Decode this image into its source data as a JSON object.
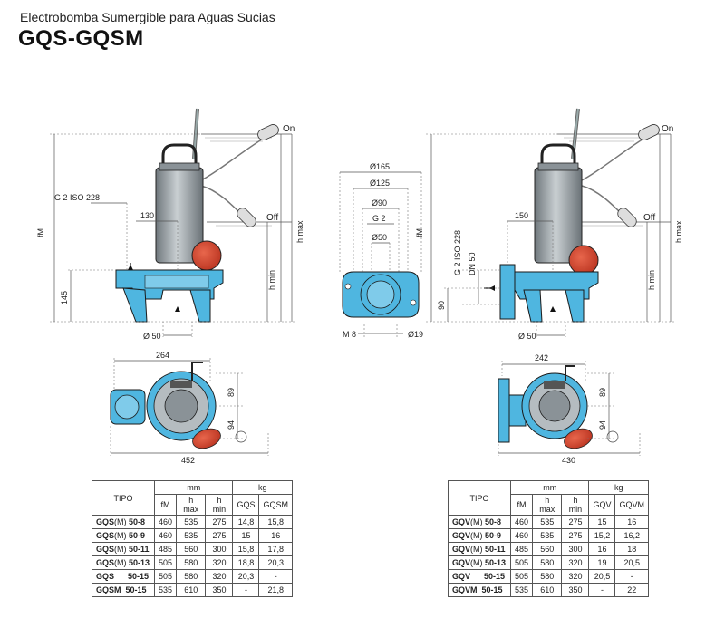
{
  "header": {
    "subtitle": "Electrobomba Sumergible para Aguas Sucias",
    "title": "GQS-GQSM"
  },
  "left_drawing": {
    "on": "On",
    "off": "Off",
    "fm": "fM",
    "hmax": "h max",
    "hmin": "h min",
    "thread": "G 2 ISO 228",
    "d130": "130",
    "d145": "145",
    "d50": "Ø 50",
    "d264": "264",
    "d89": "89",
    "d94": "94",
    "d452": "452"
  },
  "flange_drawing": {
    "d165": "Ø165",
    "d125": "Ø125",
    "d90": "Ø90",
    "g2": "G 2",
    "d50": "Ø50",
    "m8": "M 8",
    "d19": "Ø19"
  },
  "right_drawing": {
    "on": "On",
    "off": "Off",
    "fm": "fM",
    "hmax": "h max",
    "hmin": "h min",
    "thread": "G 2  ISO 228",
    "dn50": "DN 50",
    "d150": "150",
    "d90": "90",
    "d50": "Ø 50",
    "d242": "242",
    "d89": "89",
    "d94": "94",
    "d430": "430"
  },
  "table_left": {
    "col_tipo": "TIPO",
    "grp_mm": "mm",
    "grp_kg": "kg",
    "cols": [
      "fM",
      "h max",
      "h min",
      "GQS",
      "GQSM"
    ],
    "rows": [
      {
        "pre": "GQS",
        "suf": "(M)",
        "num": " 50-8",
        "v": [
          "460",
          "535",
          "275",
          "14,8",
          "15,8"
        ]
      },
      {
        "pre": "GQS",
        "suf": "(M)",
        "num": " 50-9",
        "v": [
          "460",
          "535",
          "275",
          "15",
          "16"
        ]
      },
      {
        "pre": "GQS",
        "suf": "(M)",
        "num": " 50-11",
        "v": [
          "485",
          "560",
          "300",
          "15,8",
          "17,8"
        ]
      },
      {
        "pre": "GQS",
        "suf": "(M)",
        "num": " 50-13",
        "v": [
          "505",
          "580",
          "320",
          "18,8",
          "20,3"
        ]
      },
      {
        "pre": "GQS",
        "suf": "",
        "num": "      50-15",
        "v": [
          "505",
          "580",
          "320",
          "20,3",
          "-"
        ]
      },
      {
        "pre": "GQSM",
        "suf": "",
        "num": "  50-15",
        "v": [
          "535",
          "610",
          "350",
          "-",
          "21,8"
        ]
      }
    ]
  },
  "table_right": {
    "col_tipo": "TIPO",
    "grp_mm": "mm",
    "grp_kg": "kg",
    "cols": [
      "fM",
      "h max",
      "h min",
      "GQV",
      "GQVM"
    ],
    "rows": [
      {
        "pre": "GQV",
        "suf": "(M)",
        "num": " 50-8",
        "v": [
          "460",
          "535",
          "275",
          "15",
          "16"
        ]
      },
      {
        "pre": "GQV",
        "suf": "(M)",
        "num": " 50-9",
        "v": [
          "460",
          "535",
          "275",
          "15,2",
          "16,2"
        ]
      },
      {
        "pre": "GQV",
        "suf": "(M)",
        "num": " 50-11",
        "v": [
          "485",
          "560",
          "300",
          "16",
          "18"
        ]
      },
      {
        "pre": "GQV",
        "suf": "(M)",
        "num": " 50-13",
        "v": [
          "505",
          "580",
          "320",
          "19",
          "20,5"
        ]
      },
      {
        "pre": "GQV",
        "suf": "",
        "num": "      50-15",
        "v": [
          "505",
          "580",
          "320",
          "20,5",
          "-"
        ]
      },
      {
        "pre": "GQVM",
        "suf": "",
        "num": "  50-15",
        "v": [
          "535",
          "610",
          "350",
          "-",
          "22"
        ]
      }
    ]
  },
  "colors": {
    "pump_blue": "#4fb6e0",
    "motor_gray": "#9aa3a8",
    "float_red": "#d6462f",
    "outline": "#1a1a1a"
  }
}
